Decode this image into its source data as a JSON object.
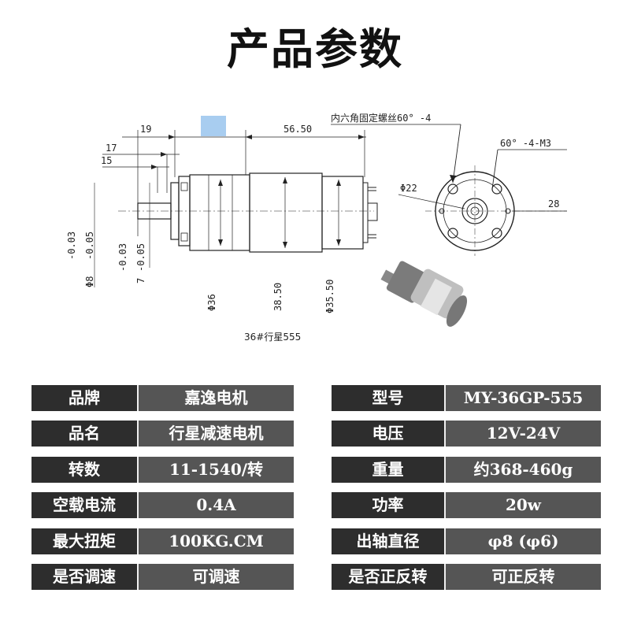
{
  "page_title": "产品参数",
  "drawing": {
    "dim_19": "19",
    "dim_56_50": "56.50",
    "dim_17": "17",
    "dim_15": "15",
    "hex_screw_note": "内六角固定螺丝60° -4",
    "thread_note": "60° -4-M3",
    "dia_22": "Φ22",
    "dim_28": "28",
    "tol_a_upper": "-0.03",
    "tol_a_lower": "-0.05",
    "shaft_dia": "Φ8",
    "tol_b_upper": "-0.03",
    "tol_b_lower": "-0.05",
    "dim_7": "7",
    "dia_36": "Φ36",
    "dim_38_50": "38.50",
    "dia_35_50": "Φ35.50",
    "model_caption": "36#行星555"
  },
  "specs": {
    "left": [
      {
        "label": "品牌",
        "value": "嘉逸电机"
      },
      {
        "label": "品名",
        "value": "行星减速电机"
      },
      {
        "label": "转数",
        "value": "11-1540/转"
      },
      {
        "label": "空载电流",
        "value": "0.4A"
      },
      {
        "label": "最大扭矩",
        "value": "100KG.CM"
      },
      {
        "label": "是否调速",
        "value": "可调速"
      }
    ],
    "right": [
      {
        "label": "型号",
        "value": "MY-36GP-555"
      },
      {
        "label": "电压",
        "value": "12V-24V"
      },
      {
        "label": "重量",
        "value": "约368-460g"
      },
      {
        "label": "功率",
        "value": "20w"
      },
      {
        "label": "出轴直径",
        "value": "φ8 (φ6)"
      },
      {
        "label": "是否正反转",
        "value": "可正反转"
      }
    ]
  }
}
